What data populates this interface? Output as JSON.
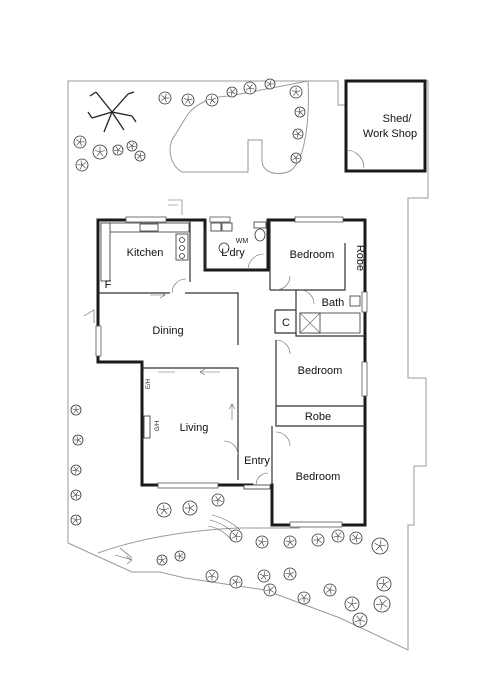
{
  "rooms": {
    "shed": "Shed/",
    "shed_line2": "Work Shop",
    "kitchen": "Kitchen",
    "laundry": "L'dry",
    "wm": "WM",
    "bedroom1": "Bedroom",
    "robe1": "Robe",
    "bath": "Bath",
    "cupboard": "C",
    "dining": "Dining",
    "fridge": "F",
    "bedroom2": "Bedroom",
    "robe2": "Robe",
    "living": "Living",
    "eh": "E/H",
    "gh": "G/H",
    "entry": "Entry",
    "bedroom3": "Bedroom"
  }
}
